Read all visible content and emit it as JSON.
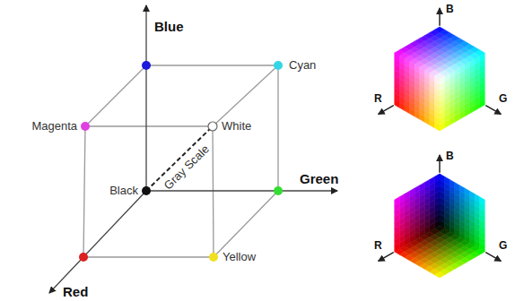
{
  "diagram": {
    "labels": [
      "Blue",
      "Cyan",
      "Magenta",
      "White",
      "Black",
      "Gray Scale",
      "Green",
      "Yellow",
      "Red",
      "B",
      "R",
      "G",
      "B",
      "R",
      "G"
    ]
  }
}
